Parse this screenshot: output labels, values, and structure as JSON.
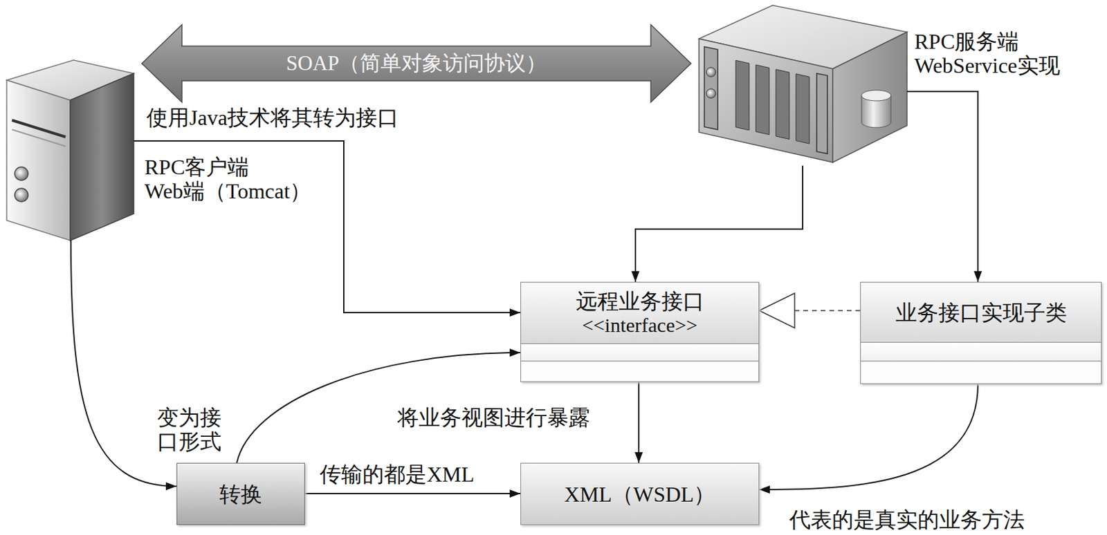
{
  "diagram": {
    "nodes": [
      {
        "text": [
          "RPC客户端 Web端（Tomcat）"
        ]
      },
      {
        "text": [
          "RPC服务端 WebService实现"
        ]
      },
      {
        "text": [
          "远程业务接口",
          "<<interface>>"
        ]
      },
      {
        "text": [
          "业务接口实现子类"
        ]
      },
      {
        "text": [
          "转换"
        ]
      },
      {
        "text": [
          "XML（WSDL）"
        ]
      }
    ],
    "edges": [
      {
        "from": 0,
        "to": 1,
        "arrow": "both",
        "label": "SOAP（简单对象访问协议）"
      },
      {
        "from": 0,
        "to": 2,
        "arrow": "to",
        "label": "使用Java技术将其转为接口"
      },
      {
        "from": 1,
        "to": 2,
        "arrow": "to"
      },
      {
        "from": 1,
        "to": 3,
        "arrow": "to"
      },
      {
        "from": 3,
        "to": 2,
        "arrow": "to"
      },
      {
        "from": 0,
        "to": 4,
        "arrow": "to"
      },
      {
        "from": 4,
        "to": 2,
        "arrow": "to",
        "label": "变为接 口形式"
      },
      {
        "from": 4,
        "to": 5,
        "arrow": "to",
        "label": "传输的都是XML"
      },
      {
        "from": 2,
        "to": 5,
        "arrow": "to",
        "label": "将业务视图进行暴露"
      },
      {
        "from": 3,
        "to": 5,
        "arrow": "to",
        "label": "代表的是真实的业务方法"
      }
    ]
  }
}
